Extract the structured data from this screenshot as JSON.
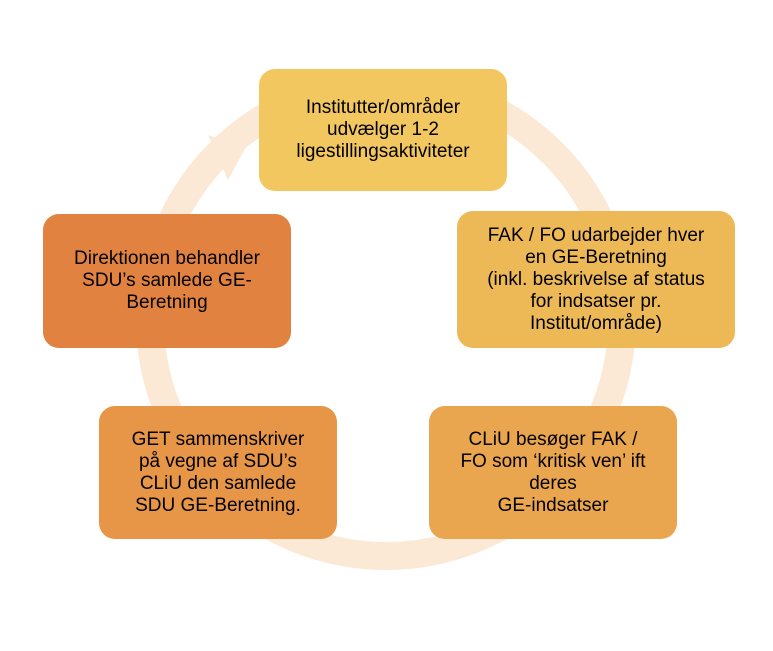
{
  "colors": {
    "ring": "#fbe9d5",
    "node_1": "#f2c75f",
    "node_2": "#edb957",
    "node_3": "#eaa64e",
    "node_4": "#e79647",
    "node_5": "#e28240"
  },
  "nodes": [
    {
      "text": "Institutter/områder\nudvælger 1-2\nligestillingsaktiviteter"
    },
    {
      "text": "FAK / FO udarbejder hver\nen GE-Beretning\n(inkl. beskrivelse af status\nfor indsatser pr.\nInstitut/område)"
    },
    {
      "text": "CLiU besøger FAK /\nFO som ‘kritisk ven’ ift\nderes\nGE-indsatser"
    },
    {
      "text": "GET sammenskriver\npå vegne af SDU’s\nCLiU den samlede\nSDU GE-Beretning."
    },
    {
      "text": "Direktionen behandler\nSDU’s samlede GE-\nBeretning"
    }
  ]
}
